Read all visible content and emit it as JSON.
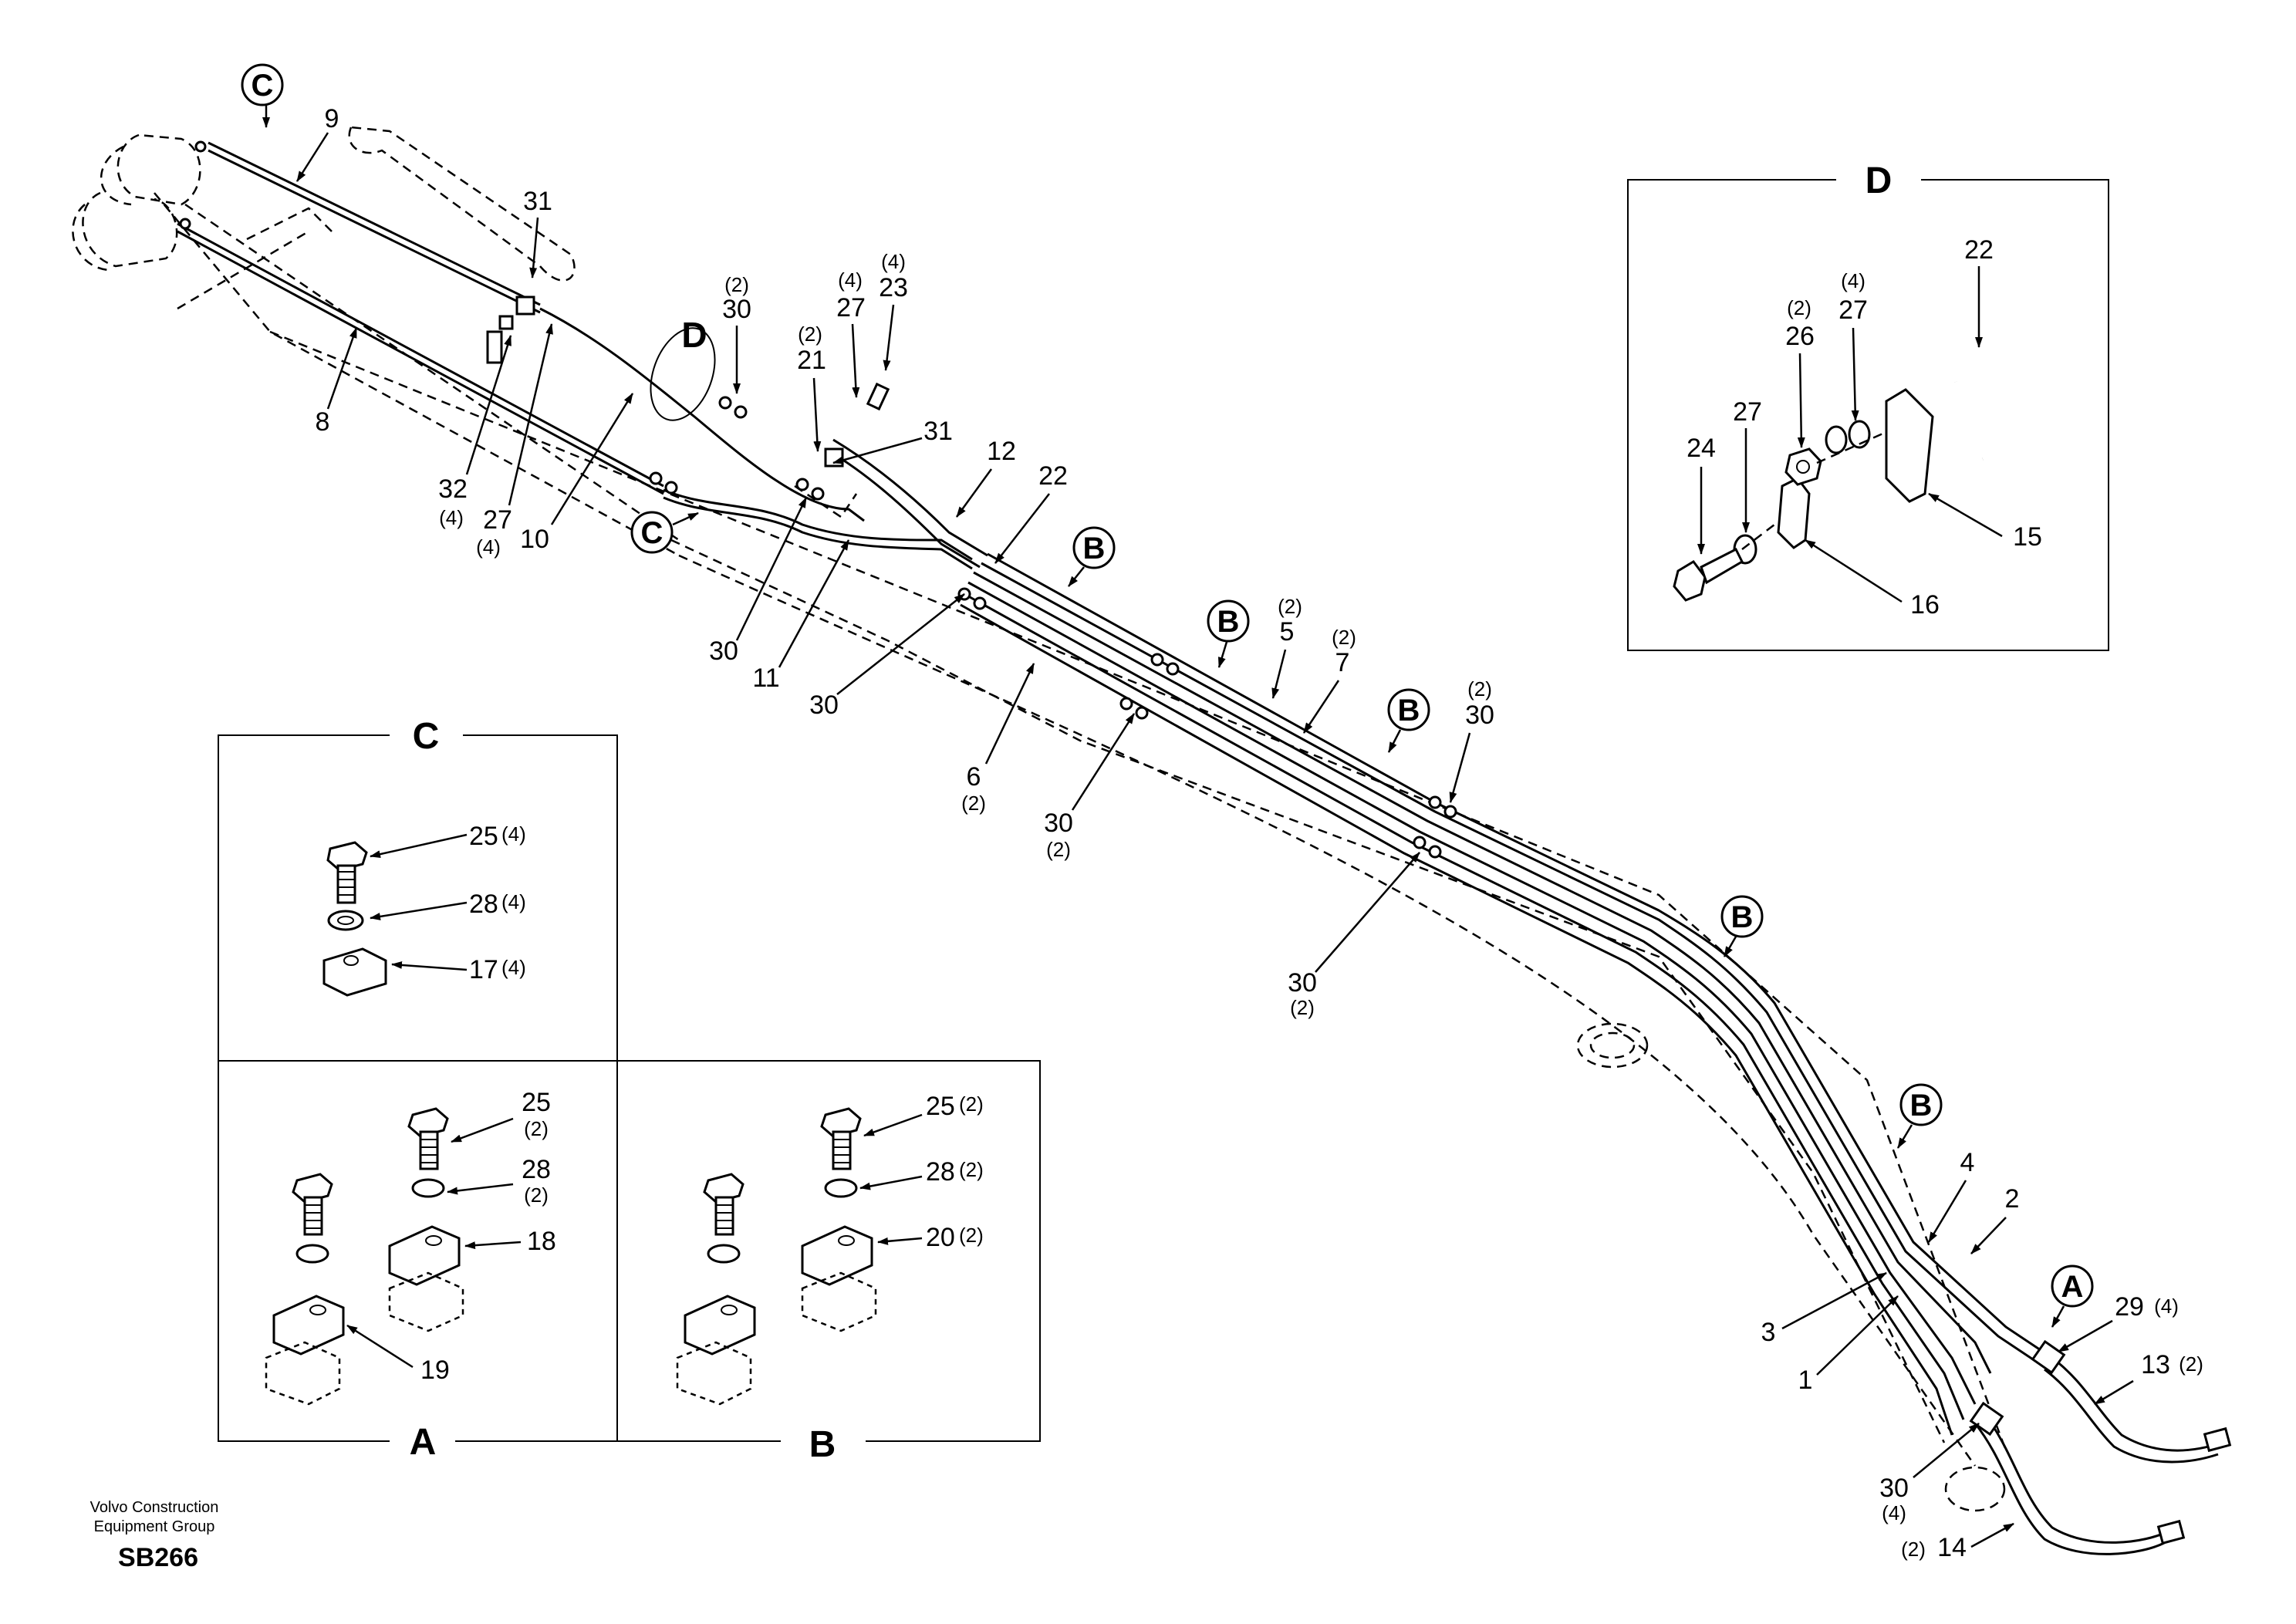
{
  "diagram": {
    "reference_marks": {
      "a": "A",
      "b": "B",
      "c": "C",
      "d": "D"
    },
    "callouts": {
      "c9": "9",
      "c8": "8",
      "c31a": "31",
      "c32": "32",
      "c32q": "(4)",
      "c27a": "27",
      "c27aq": "(4)",
      "c10": "10",
      "c30a": "30",
      "c30aq": "(2)",
      "c21": "21",
      "c21q": "(2)",
      "c27b": "27",
      "c27bq": "(4)",
      "c23": "23",
      "c23q": "(4)",
      "c31b": "31",
      "c12": "12",
      "c22": "22",
      "c30b": "30",
      "c11": "11",
      "c30c": "30",
      "c6": "6",
      "c6q": "(2)",
      "c30d": "30",
      "c30dq": "(2)",
      "c5": "5",
      "c5q": "(2)",
      "c7": "7",
      "c7q": "(2)",
      "c30e": "30",
      "c30eq": "(2)",
      "c30f": "30",
      "c30fq": "(2)",
      "c4": "4",
      "c2": "2",
      "c3": "3",
      "c1": "1",
      "c29": "29",
      "c29q": "(4)",
      "c13": "13",
      "c13q": "(2)",
      "c30g": "30",
      "c30gq": "(4)",
      "c14": "14",
      "c14q": "(2)"
    }
  },
  "detail_d": {
    "title": "D",
    "callouts": {
      "c22": "22",
      "c26": "26",
      "c26q": "(2)",
      "c27a": "27",
      "c27aq": "(4)",
      "c24": "24",
      "c27b": "27",
      "c15": "15",
      "c16": "16"
    }
  },
  "detail_c": {
    "title": "C",
    "callouts": {
      "c25": "25",
      "c25q": "(4)",
      "c28": "28",
      "c28q": "(4)",
      "c17": "17",
      "c17q": "(4)"
    }
  },
  "detail_a": {
    "title": "A",
    "callouts": {
      "c25": "25",
      "c25q": "(2)",
      "c28": "28",
      "c28q": "(2)",
      "c18": "18",
      "c19": "19"
    }
  },
  "detail_b": {
    "title": "B",
    "callouts": {
      "c25": "25",
      "c25q": "(2)",
      "c28": "28",
      "c28q": "(2)",
      "c20": "20",
      "c20q": "(2)"
    }
  },
  "footer": {
    "company_line1": "Volvo Construction",
    "company_line2": "Equipment Group",
    "code": "SB266"
  }
}
